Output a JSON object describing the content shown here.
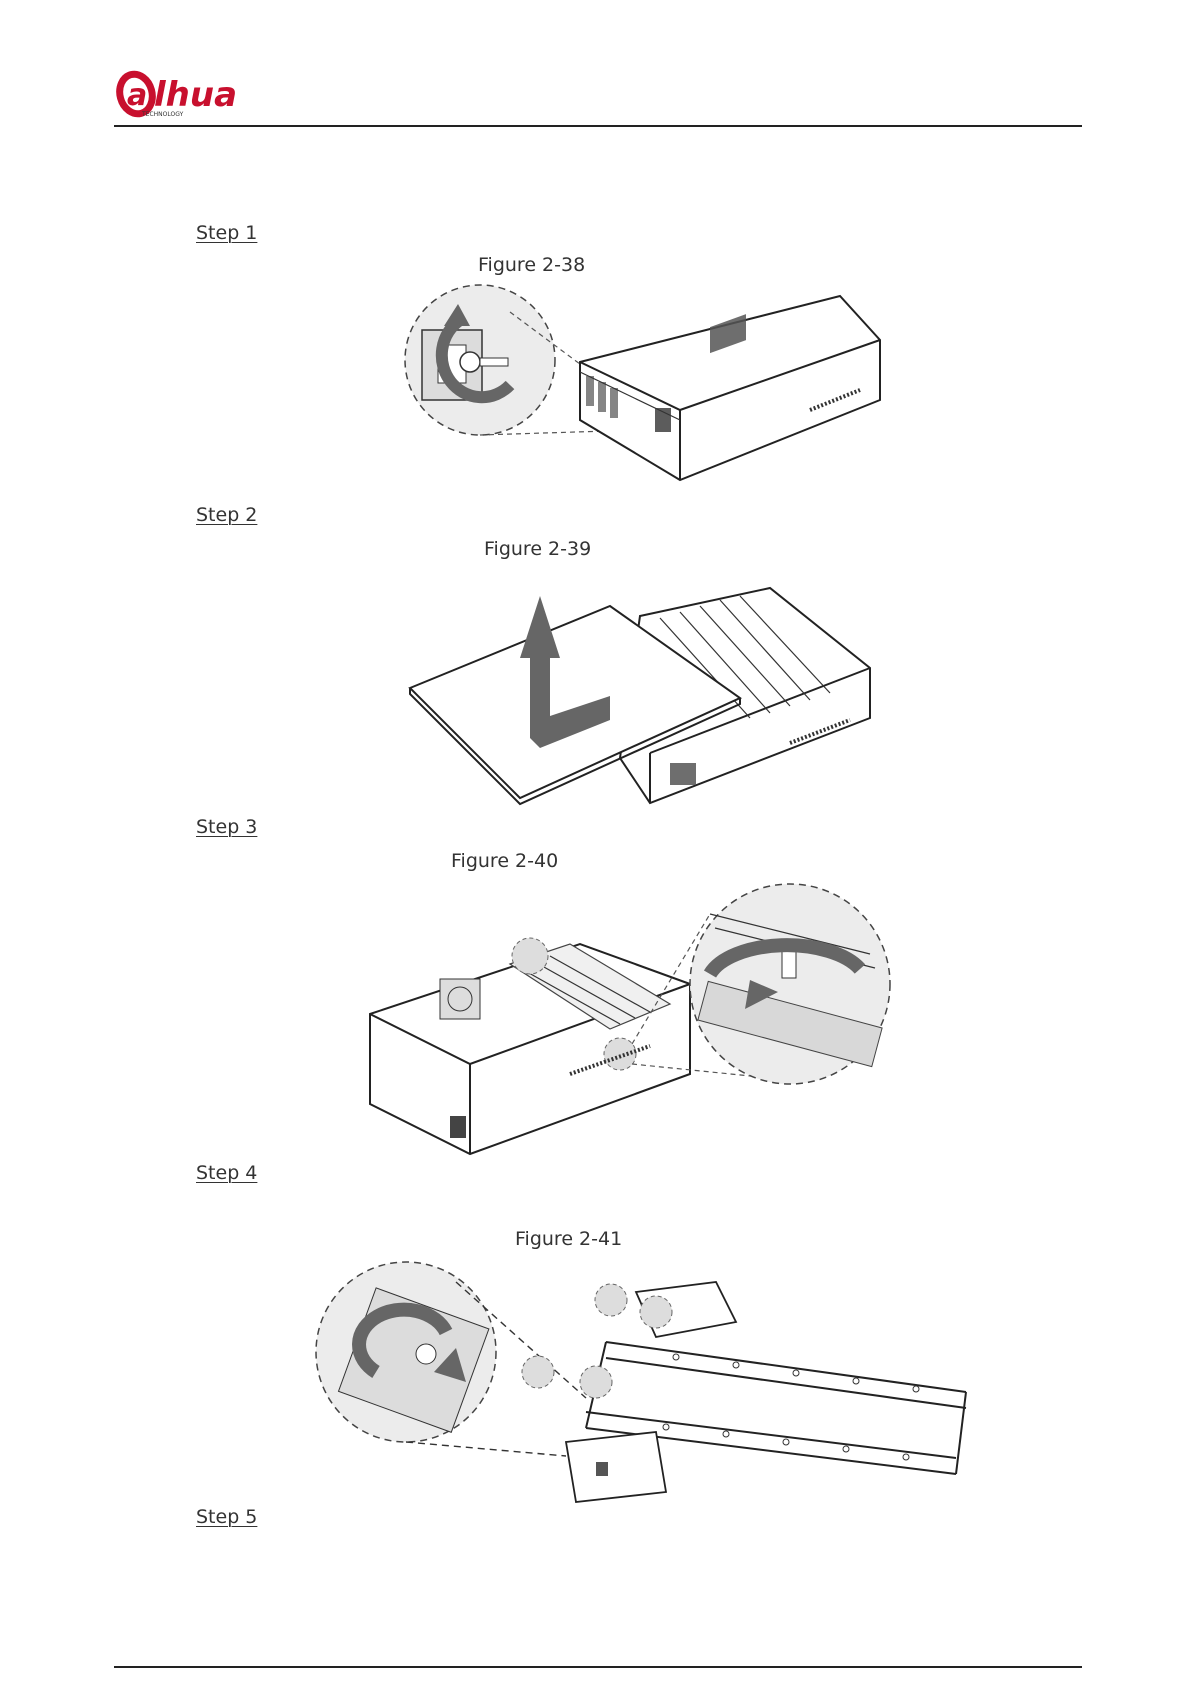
{
  "brand": {
    "logo_text": "alhua",
    "logo_subtext": "TECHNOLOGY",
    "logo_color": "#c8102e"
  },
  "steps": [
    {
      "label": "Step 1",
      "figure": "Figure 2-38"
    },
    {
      "label": "Step 2",
      "figure": "Figure 2-39"
    },
    {
      "label": "Step 3",
      "figure": "Figure 2-40"
    },
    {
      "label": "Step 4",
      "figure": "Figure 2-41"
    },
    {
      "label": "Step 5"
    }
  ],
  "icons": {
    "fig38": "device-screw-rear-illustration",
    "fig39": "cover-removal-illustration",
    "fig40": "bracket-screw-illustration",
    "fig41": "hdd-bracket-illustration",
    "rotate": "rotate-arrow-icon",
    "lift": "lift-arrow-icon"
  }
}
